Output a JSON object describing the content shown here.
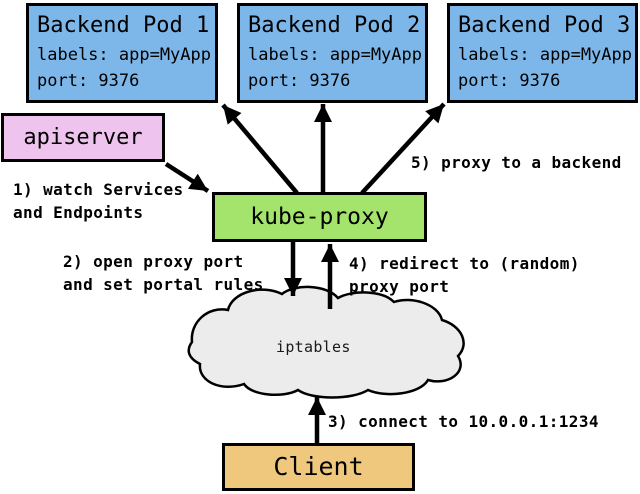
{
  "pods": [
    {
      "title": "Backend Pod 1",
      "labels": "labels: app=MyApp",
      "port": "port: 9376"
    },
    {
      "title": "Backend Pod 2",
      "labels": "labels: app=MyApp",
      "port": "port: 9376"
    },
    {
      "title": "Backend Pod 3",
      "labels": "labels: app=MyApp",
      "port": "port: 9376"
    }
  ],
  "apiserver": {
    "label": "apiserver"
  },
  "kube_proxy": {
    "label": "kube-proxy"
  },
  "iptables": {
    "label": "iptables"
  },
  "client": {
    "label": "Client"
  },
  "annotations": [
    {
      "line1": "1) watch Services",
      "line2": "and Endpoints"
    },
    {
      "line1": "2) open proxy port",
      "line2": "and set portal rules"
    },
    {
      "line1": "3) connect to 10.0.0.1:1234"
    },
    {
      "line1": "4) redirect to (random)",
      "line2": "proxy port"
    },
    {
      "line1": "5) proxy to a backend"
    }
  ],
  "colors": {
    "pod_fill": "#7db6e8",
    "apiserver_fill": "#eec4ee",
    "kube_proxy_fill": "#a5e46c",
    "client_fill": "#f0c87d",
    "cloud_fill": "#ececec",
    "stroke": "#000000"
  }
}
